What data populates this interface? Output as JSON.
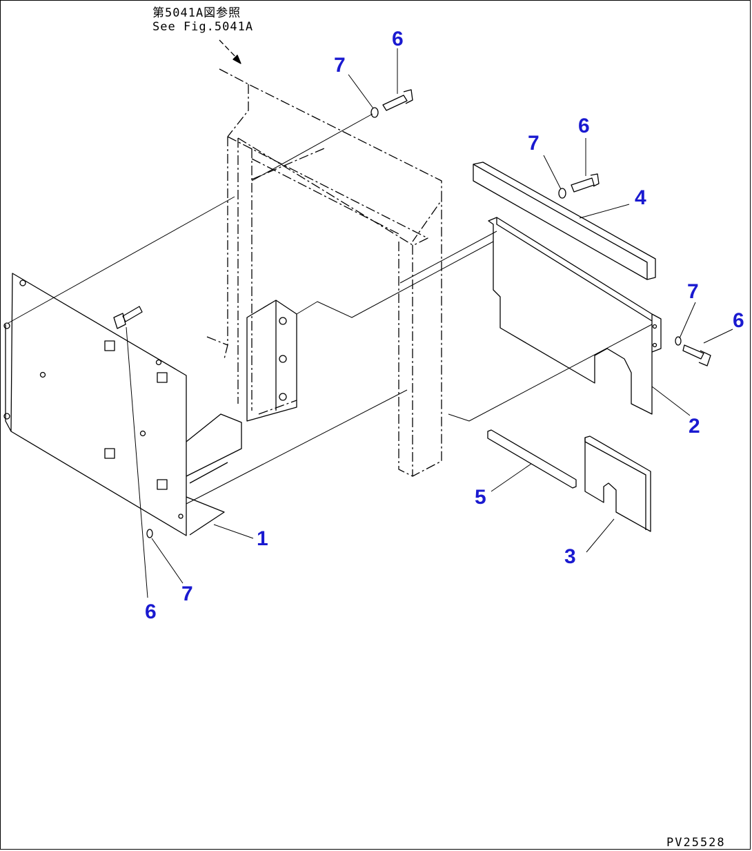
{
  "reference": {
    "line_ja": "第5041A図参照",
    "line_en": "See Fig.5041A"
  },
  "drawing_code": "PV25528",
  "callouts": [
    "1",
    "2",
    "3",
    "4",
    "5",
    "6",
    "7"
  ],
  "colors": {
    "callout": "#1a1ad0",
    "linework": "#000000",
    "background": "#ffffff"
  }
}
